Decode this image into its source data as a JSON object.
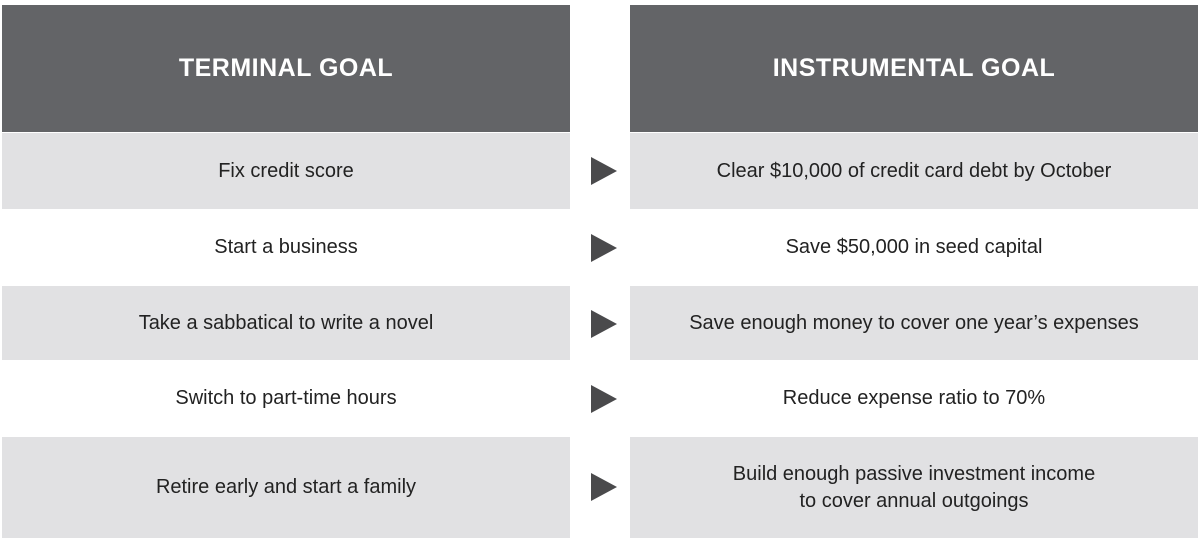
{
  "headers": {
    "left": "TERMINAL GOAL",
    "right": "INSTRUMENTAL GOAL"
  },
  "rows": [
    {
      "terminal": "Fix credit score",
      "instrumental": "Clear $10,000 of credit card debt by October",
      "shaded": true
    },
    {
      "terminal": "Start a business",
      "instrumental": "Save $50,000 in seed capital",
      "shaded": false
    },
    {
      "terminal": "Take a sabbatical to write a novel",
      "instrumental": "Save enough money to cover one year’s expenses",
      "shaded": true
    },
    {
      "terminal": "Switch to part-time hours",
      "instrumental": "Reduce expense ratio to 70%",
      "shaded": false
    },
    {
      "terminal": "Retire early and start a family",
      "instrumental_lines": [
        "Build enough passive investment income",
        "to cover annual outgoings"
      ],
      "shaded": true
    }
  ],
  "icons": {
    "row_arrow": "arrow-right-icon"
  },
  "colors": {
    "header_bg": "#636467",
    "header_text": "#ffffff",
    "shaded_row_bg": "#e1e1e3",
    "arrow": "#4a4a4c",
    "text": "#222222"
  }
}
